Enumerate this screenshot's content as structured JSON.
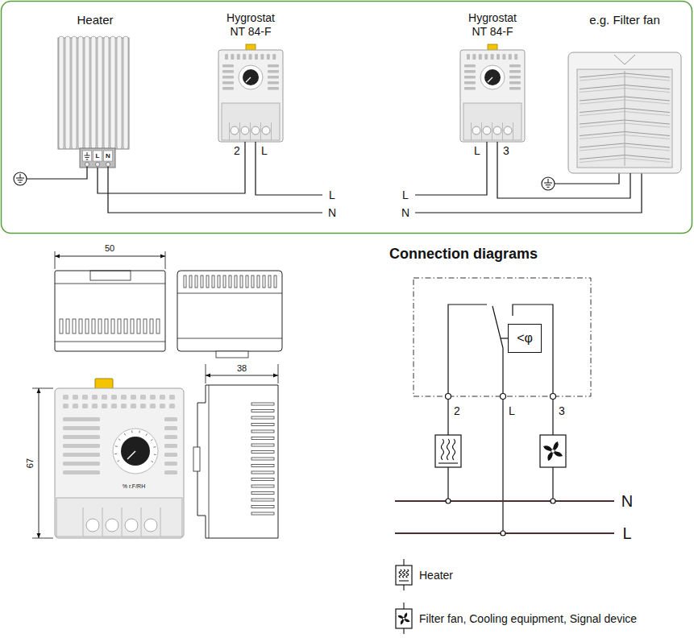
{
  "diagram": {
    "title": "Connection diagrams",
    "nodes": [
      {
        "text": [
          "Heater"
        ]
      },
      {
        "text": [
          "Hygrostat NT 84-F"
        ]
      },
      {
        "text": [
          "Hygrostat NT 84-F"
        ]
      },
      {
        "text": [
          "e.g. Filter fan"
        ]
      },
      {
        "text": [
          "<φ"
        ]
      }
    ],
    "edges": [
      {
        "from": 1,
        "to": 0,
        "arrow": "none"
      },
      {
        "from": 2,
        "to": 3,
        "arrow": "none"
      }
    ],
    "labels": [
      "2",
      "L",
      "L",
      "N",
      "L",
      "N",
      "L",
      "3",
      "L",
      "N",
      "50",
      "38",
      "67",
      "% r.F/RH",
      "2",
      "L",
      "3",
      "N",
      "L"
    ],
    "legend": [
      {
        "text": "Heater"
      },
      {
        "text": "Filter fan, Cooling equipment, Signal device"
      }
    ]
  }
}
